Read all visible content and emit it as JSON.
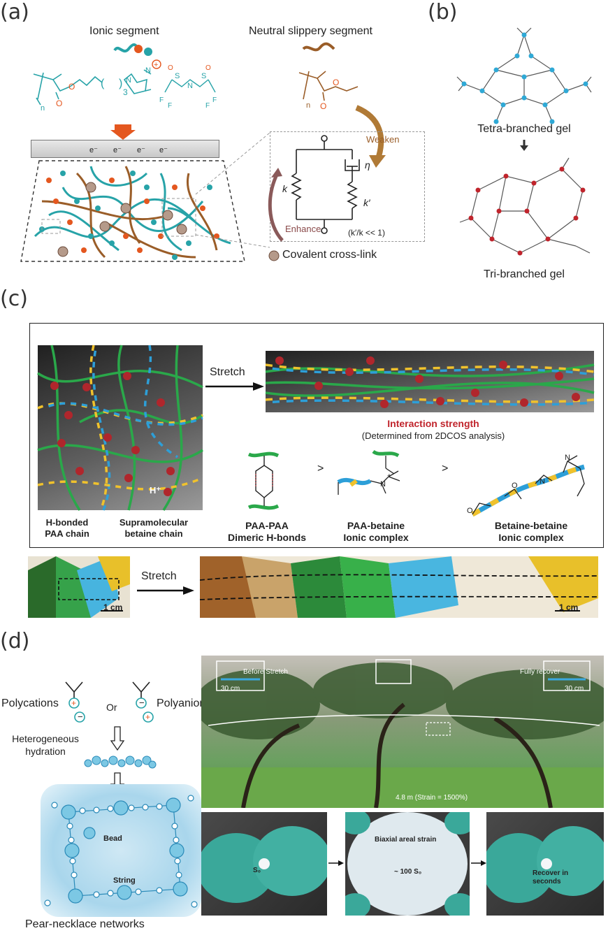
{
  "panels": {
    "a": "(a)",
    "b": "(b)",
    "c": "(c)",
    "d": "(d)"
  },
  "a": {
    "ionic_segment": "Ionic segment",
    "neutral_segment": "Neutral slippery segment",
    "subscript_n": "n",
    "subscript_3": "3",
    "electron": "e⁻",
    "weaken": "Weaken",
    "enhance": "Enhance",
    "k": "k",
    "k_prime": "k′",
    "eta": "η",
    "ratio": "(k′/k << 1)",
    "covalent": "Covalent cross-link"
  },
  "b": {
    "tetra": "Tetra-branched gel",
    "tri": "Tri-branched gel"
  },
  "c": {
    "stretch": "Stretch",
    "interaction_title": "Interaction strength",
    "interaction_sub": "(Determined from 2DCOS analysis)",
    "h_plus": "H⁺",
    "label_paa_chain_1": "H-bonded",
    "label_paa_chain_2": "PAA chain",
    "label_betaine_chain_1": "Supramolecular",
    "label_betaine_chain_2": "betaine chain",
    "paa_paa_1": "PAA-PAA",
    "paa_paa_2": "Dimeric H-bonds",
    "paa_betaine_1": "PAA-betaine",
    "paa_betaine_2": "Ionic complex",
    "betaine_betaine_1": "Betaine-betaine",
    "betaine_betaine_2": "Ionic complex",
    "gt": ">",
    "scale_1cm": "1 cm",
    "stretch_photo": "Stretch"
  },
  "d": {
    "polycations": "Polycations",
    "or": "Or",
    "polyanions": "Polyanions",
    "hetero_1": "Heterogeneous",
    "hetero_2": "hydration",
    "bead": "Bead",
    "string": "String",
    "pear": "Pear-necklace networks",
    "before_stretch": "Before Stretch",
    "fully_recover": "Fully recover",
    "scale_30cm": "30 cm",
    "strain": "4.8 m (Strain = 1500%)",
    "s0": "S₀",
    "biaxial": "Biaxial areal strain",
    "hundred_s0": "~ 100 S₀",
    "recover_1": "Recover in",
    "recover_2": "seconds"
  },
  "colors": {
    "teal": "#27a3a8",
    "brown": "#9a5d28",
    "green": "#2aa84a",
    "blue": "#2d9fd8",
    "yellow": "#f0c22c",
    "red_ion": "#b0262c",
    "interaction_red": "#c0242c"
  }
}
